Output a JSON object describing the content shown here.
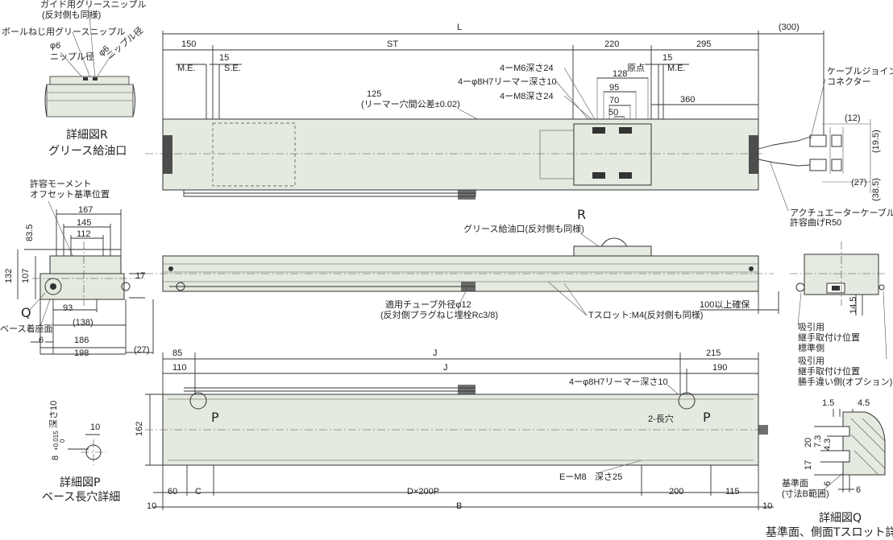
{
  "detail_r": {
    "guide_nipple": "ガイド用グリースニップル",
    "guide_nipple_note": "(反対側も同様)",
    "ball_nipple": "ボールねじ用グリースニップル",
    "phi6_a": "φ6",
    "phi6_b": "φ6",
    "nipple_dia_a": "ニップル径",
    "nipple_dia_b": "ニップル径",
    "title1": "詳細図R",
    "title2": "グリース給油口"
  },
  "top_view": {
    "L": "L",
    "d300": "(300)",
    "d150": "150",
    "ST": "ST",
    "d220": "220",
    "d295": "295",
    "d15a": "15",
    "d15b": "15",
    "ME_a": "M.E.",
    "SE": "S.E.",
    "ME_b": "M.E.",
    "origin": "原点",
    "m6": "4ーM6深さ24",
    "phi8": "4ーφ8H7リーマー深さ10",
    "m8": "4ーM8深さ24",
    "d128": "128",
    "d95": "95",
    "d70": "70",
    "d50": "50",
    "d360": "360",
    "d125": "125",
    "reamer_tol": "(リーマー穴間公差±0.02)",
    "cable_joint": "ケーブルジョイント",
    "connector": "コネクター",
    "d12": "(12)",
    "d19_5": "(19.5)",
    "d27": "(27)",
    "d38_5": "(38.5)",
    "actuator_cable": "アクチュエーターケーブル",
    "bend_r": "許容曲げR50"
  },
  "end_view": {
    "moment1": "許容モーメント",
    "moment2": "オフセット基準位置",
    "d167": "167",
    "d145": "145",
    "d112": "112",
    "d83_5": "83.5",
    "d132": "132",
    "d107": "107",
    "d17": "17",
    "Q": "Q",
    "base_face": "ベース着座面",
    "d93": "93",
    "d138": "(138)",
    "d6": "6",
    "d186": "186",
    "d198": "198",
    "d27": "(27)"
  },
  "side_view": {
    "R": "R",
    "grease_port": "グリース給油口(反対側も同様)",
    "tube1": "適用チューブ外径φ12",
    "tube2": "(反対側プラグねじ埋栓Rc3/8)",
    "tslot": "Tスロット:M4(反対側も同様)",
    "clear": "100以上確保",
    "d14_5": "14.5",
    "suction1a": "吸引用",
    "suction1b": "継手取付け位置",
    "suction1c": "標準側",
    "suction2a": "吸引用",
    "suction2b": "継手取付け位置",
    "suction2c": "勝手違い側(オプション)"
  },
  "bottom_view": {
    "d85": "85",
    "J1": "J",
    "d215": "215",
    "d110": "110",
    "J2": "J",
    "d190": "190",
    "phi8": "4ーφ8H7リーマー深さ10",
    "P1": "P",
    "slot": "2-長穴",
    "P2": "P",
    "d162": "162",
    "e_m8": "EーM8",
    "depth25": "深さ25",
    "d60": "60",
    "C": "C",
    "D200P": "D×200P",
    "d200": "200",
    "d115": "115",
    "d10a": "10",
    "B": "B",
    "d10b": "10"
  },
  "detail_p": {
    "depth10": "深さ10",
    "tol_upper": "+0.015",
    "tol_lower": "0",
    "d8": "8",
    "d10": "10",
    "title1": "詳細図P",
    "title2": "ベース長穴詳細"
  },
  "detail_q": {
    "d1_5": "1.5",
    "d4_5": "4.5",
    "d20": "20",
    "d7_3": "7.3",
    "d4_3": "4.3",
    "d17": "17",
    "d6a": "6",
    "d6b": "6",
    "ref1": "基準面",
    "ref2": "(寸法B範囲)",
    "title1": "詳細図Q",
    "title2": "基準面、側面Tスロット詳細"
  }
}
